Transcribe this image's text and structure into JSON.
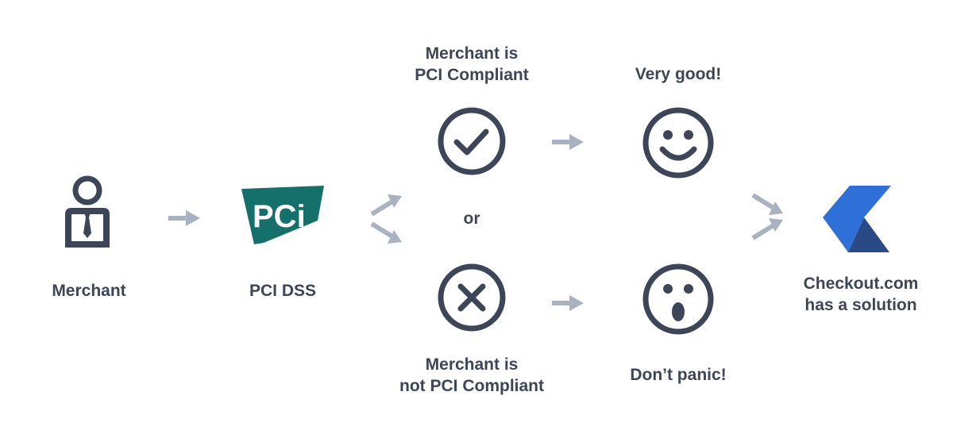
{
  "nodes": {
    "merchant": "Merchant",
    "pci_dss": "PCI DSS",
    "pci_logo_text": "PCi",
    "compliant_line1": "Merchant is",
    "compliant_line2": "PCI Compliant",
    "or": "or",
    "noncompliant_line1": "Merchant is",
    "noncompliant_line2": "not PCI Compliant",
    "very_good": "Very good!",
    "dont_panic": "Don’t panic!",
    "checkout_line1": "Checkout.com",
    "checkout_line2": "has a solution"
  },
  "colors": {
    "text": "#3d4659",
    "icon": "#3d4659",
    "arrow": "#a9b2c0",
    "pci_teal": "#156f6b",
    "checkout_blue": "#2f6fd8",
    "checkout_navy": "#2a4a86"
  }
}
